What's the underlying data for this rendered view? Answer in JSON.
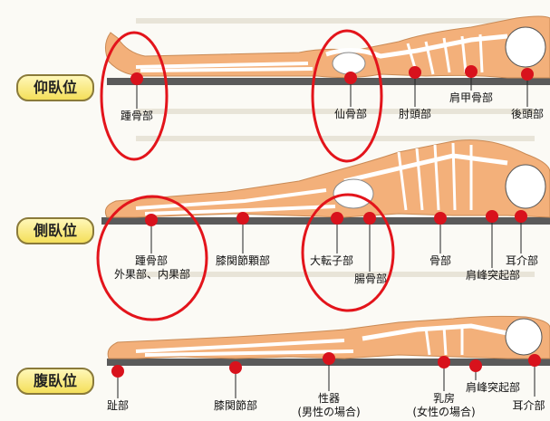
{
  "colors": {
    "pressure_point": "#d8121c",
    "highlight_circle": "#e3141b",
    "body": "#f3b07a",
    "bone": "#ffffff",
    "mat": "#555555",
    "posture_fill": "#f4df5a"
  },
  "sections": [
    {
      "posture": "仰臥位",
      "labels": [
        "踵骨部",
        "仙骨部",
        "肘頭部",
        "肩甲骨部",
        "後頭部"
      ]
    },
    {
      "posture": "側臥位",
      "labels": [
        "踵骨部",
        "外果部、内果部",
        "膝関節顆部",
        "大転子部",
        "腸骨部",
        "骨部",
        "肩峰突起部",
        "耳介部"
      ]
    },
    {
      "posture": "腹臥位",
      "labels": [
        "趾部",
        "膝関節部",
        "性器",
        "(男性の場合)",
        "乳房",
        "(女性の場合)",
        "肩峰突起部",
        "耳介部"
      ]
    }
  ]
}
